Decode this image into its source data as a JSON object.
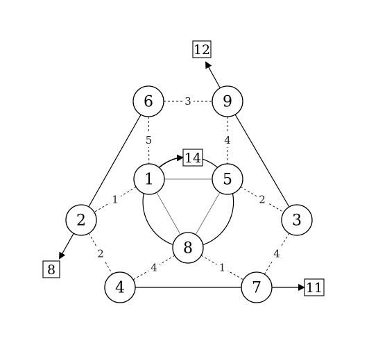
{
  "nodes": [
    {
      "id": "n1",
      "label": "1"
    },
    {
      "id": "n2",
      "label": "2"
    },
    {
      "id": "n3",
      "label": "3"
    },
    {
      "id": "n4",
      "label": "4"
    },
    {
      "id": "n5",
      "label": "5"
    },
    {
      "id": "n6",
      "label": "6"
    },
    {
      "id": "n7",
      "label": "7"
    },
    {
      "id": "n8",
      "label": "8"
    },
    {
      "id": "n9",
      "label": "9"
    }
  ],
  "dashed_edges": [
    {
      "from": "6",
      "to": "9",
      "weight": "3"
    },
    {
      "from": "6",
      "to": "1",
      "weight": "5"
    },
    {
      "from": "9",
      "to": "5",
      "weight": "4"
    },
    {
      "from": "1",
      "to": "2",
      "weight": "1"
    },
    {
      "from": "5",
      "to": "3",
      "weight": "2"
    },
    {
      "from": "2",
      "to": "4",
      "weight": "2"
    },
    {
      "from": "3",
      "to": "7",
      "weight": "4"
    },
    {
      "from": "8",
      "to": "4",
      "weight": "4"
    },
    {
      "from": "8",
      "to": "7",
      "weight": "1"
    }
  ],
  "solid_edges": [
    {
      "from": "6",
      "to": "2"
    },
    {
      "from": "9",
      "to": "3"
    },
    {
      "from": "4",
      "to": "7"
    }
  ],
  "inner_triangle": [
    {
      "from": "1",
      "to": "5"
    },
    {
      "from": "1",
      "to": "8"
    },
    {
      "from": "5",
      "to": "8"
    }
  ],
  "terminal_boxes": [
    {
      "id": "box-12",
      "label": "12",
      "from_node": "9"
    },
    {
      "id": "box-14",
      "label": "14",
      "from_node": "1"
    },
    {
      "id": "box-8",
      "label": "8",
      "from_node": "2"
    },
    {
      "id": "box-11",
      "label": "11",
      "from_node": "7"
    }
  ]
}
